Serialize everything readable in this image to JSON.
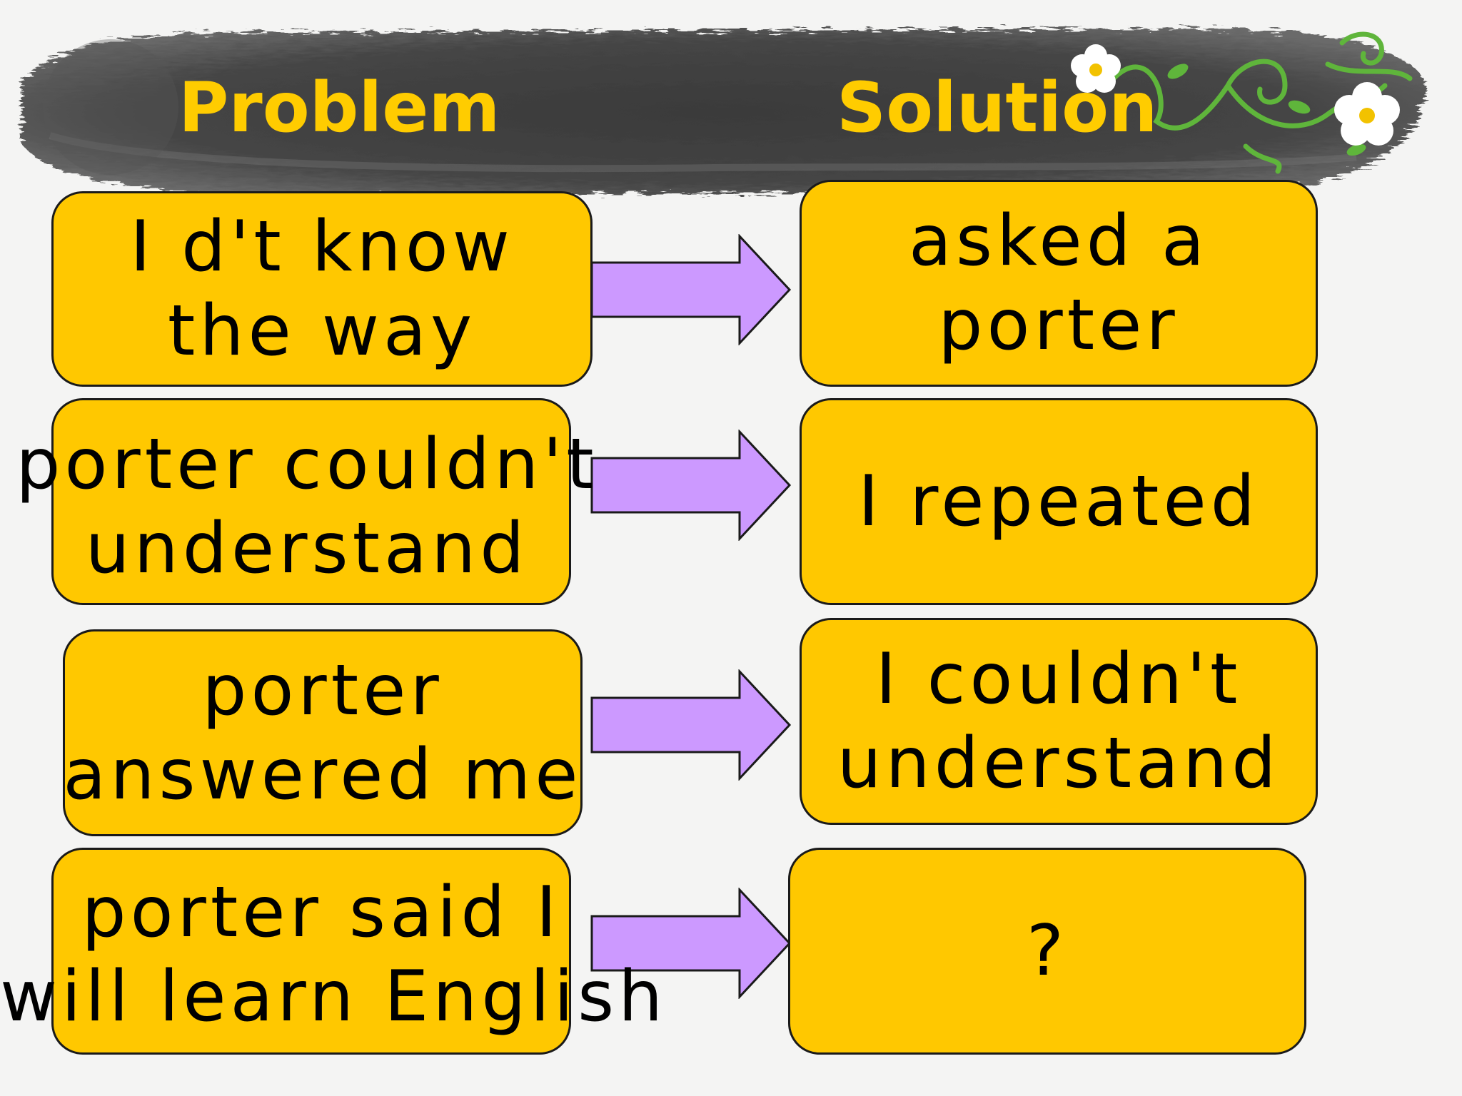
{
  "header": {
    "problem_label": "Problem",
    "solution_label": "Solution"
  },
  "rows": [
    {
      "problem": "I d't know\nthe way",
      "solution": "asked a\nporter"
    },
    {
      "problem": "porter couldn't\nunderstand",
      "solution": "I repeated"
    },
    {
      "problem": "porter\nanswered me",
      "solution": "I couldn't\nunderstand"
    },
    {
      "problem": "porter said I\nwill learn English",
      "solution": "?"
    }
  ],
  "colors": {
    "box_fill": "#ffc800",
    "arrow_fill": "#cc99ff",
    "header_text": "#ffcc00",
    "banner": "#3a3a3a"
  },
  "icons": {
    "banner_decoration": "flower-vine-icon",
    "connector": "right-arrow-icon"
  }
}
